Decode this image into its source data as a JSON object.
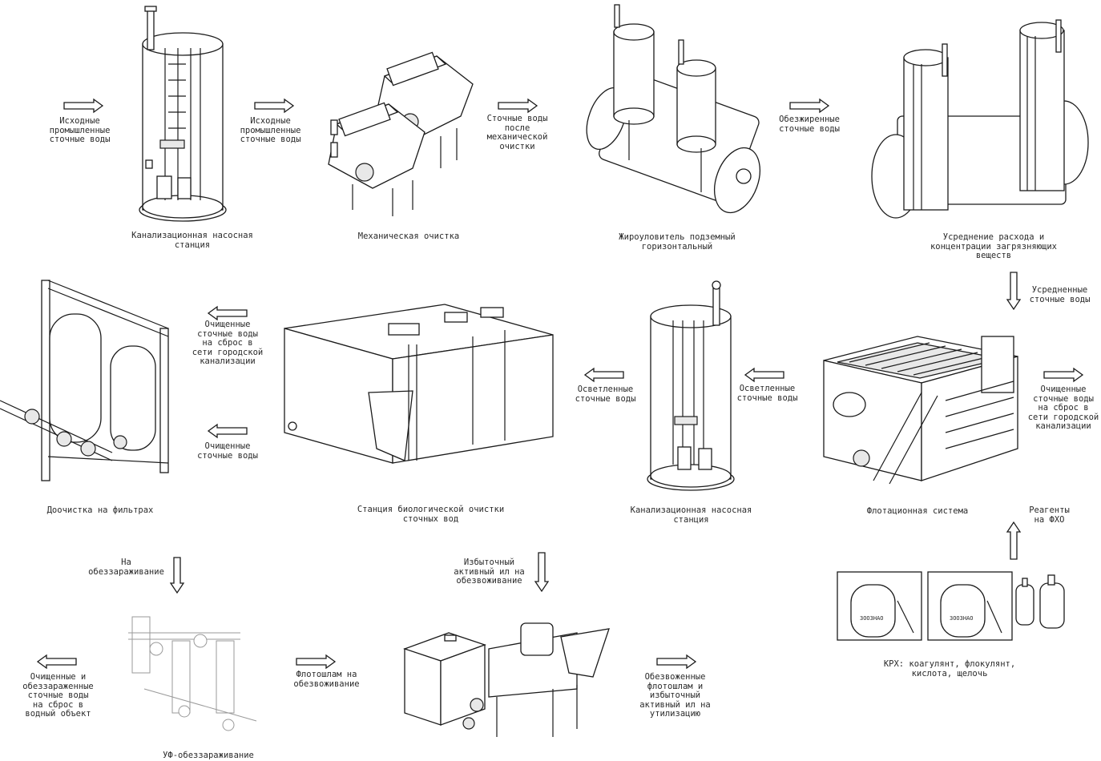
{
  "equipment": {
    "pump_station_1": "Канализационная насосная\nстанция",
    "mechanical": "Механическая очистка",
    "grease_trap": "Жироуловитель подземный\nгоризонтальный",
    "equalization": "Усреднение расхода и\nконцентрации загрязняющих\nвеществ",
    "filters": "Доочистка на фильтрах",
    "bio_station": "Станция биологической очистки\nсточных вод",
    "pump_station_2": "Канализационная насосная\nстанция",
    "flotation": "Флотационная система",
    "uv": "УФ-обеззараживание",
    "chem": "КРХ: коагулянт, флокулянт,\nкислота, щелочь"
  },
  "flows": {
    "raw_in": "Исходные\nпромышленные\nсточные воды",
    "raw_to_mech": "Исходные\nпромышленные\nсточные воды",
    "after_mech": "Сточные воды\nпосле\nмеханической\nочистки",
    "degreased": "Обезжиренные\nсточные воды",
    "equalized": "Усредненные\nсточные воды",
    "flot_discharge": "Очищенные\nсточные воды\nна сброс в\nсети городской\nканализации",
    "clarified_1": "Осветленные\nсточные воды",
    "clarified_2": "Осветленные\nсточные воды",
    "treated": "Очищенные\nсточные воды",
    "city_discharge": "Очищенные\nсточные воды\nна сброс в\nсети городской\nканализации",
    "reagents": "Реагенты\nна ФХО",
    "to_disinfection": "На\nобеззараживание",
    "excess_sludge": "Избыточный\nактивный ил на\nобезвоживание",
    "flotation_sludge": "Флотошлам на\nобезвоживание",
    "water_body": "Очищенные и\nобеззараженные\nсточные воды\nна сброс в\nводный объект",
    "dewatered": "Обезвоженные\nфлотошлам и\nизбыточный\nактивный ил на\nутилизацию"
  },
  "chem_tank_label": "ЗООЗНАО",
  "colors": {
    "line": "#1b1b1b",
    "text": "#2a2a2a",
    "background": "#ffffff",
    "faded": "#9a9a9a"
  }
}
